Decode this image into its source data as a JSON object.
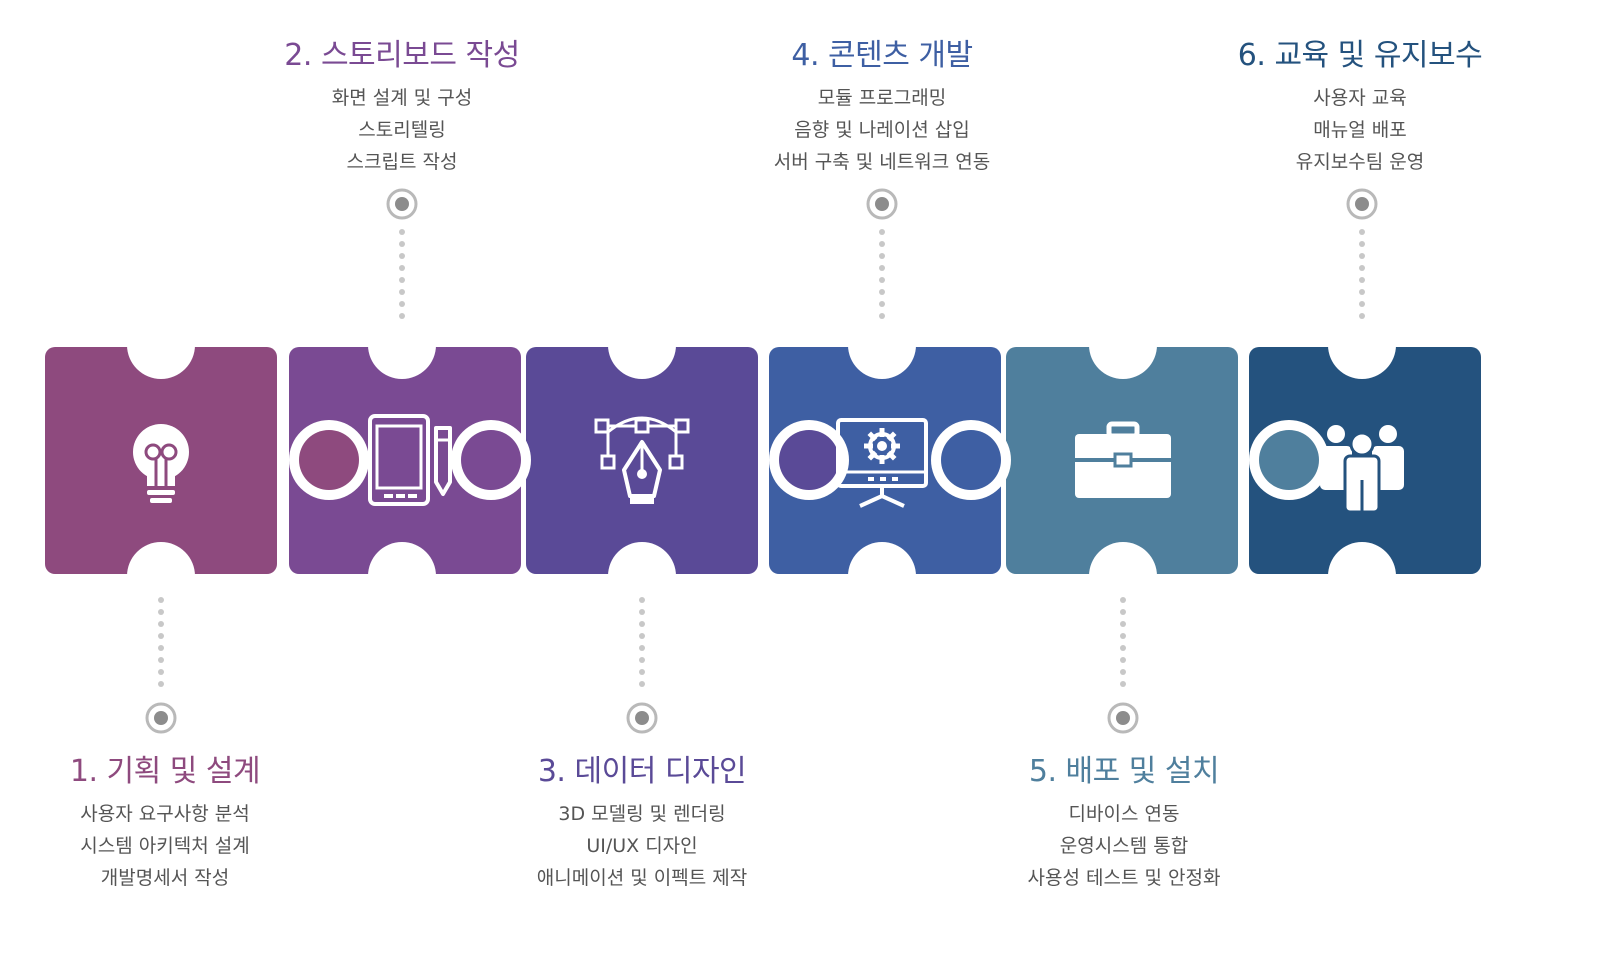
{
  "palette": {
    "piece_colors": [
      "#8e4a7e",
      "#7a4a93",
      "#5a4a97",
      "#3e5fa3",
      "#4f7f9d",
      "#24527e"
    ],
    "connector_gray": "#c8c8c8",
    "connector_ring": "#b9b9b9",
    "connector_core": "#8c8c8c",
    "icon_color": "#ffffff"
  },
  "steps": [
    {
      "title": "1. 기획 및 설계",
      "items": [
        "사용자 요구사항 분석",
        "시스템 아키텍처 설계",
        "개발명세서 작성"
      ],
      "color": "#8e4a7e",
      "icon": "lightbulb-icon"
    },
    {
      "title": "2. 스토리보드 작성",
      "items": [
        "화면 설계 및 구성",
        "스토리텔링",
        "스크립트 작성"
      ],
      "color": "#7a4a93",
      "icon": "tablet-pen-icon"
    },
    {
      "title": "3. 데이터 디자인",
      "items": [
        "3D 모델링 및 렌더링",
        "UI/UX 디자인",
        "애니메이션 및 이펙트 제작"
      ],
      "color": "#5a4a97",
      "icon": "pen-tool-icon"
    },
    {
      "title": "4. 콘텐츠 개발",
      "items": [
        "모듈 프로그래밍",
        "음향 및 나레이션 삽입",
        "서버 구축 및 네트워크 연동"
      ],
      "color": "#3e5fa3",
      "icon": "monitor-gear-icon"
    },
    {
      "title": "5. 배포 및 설치",
      "items": [
        "디바이스 연동",
        "운영시스템 통합",
        "사용성 테스트 및 안정화"
      ],
      "color": "#4f7f9d",
      "icon": "briefcase-icon"
    },
    {
      "title": "6. 교육 및 유지보수",
      "items": [
        "사용자 교육",
        "매뉴얼 배포",
        "유지보수팀 운영"
      ],
      "color": "#24527e",
      "icon": "team-icon"
    }
  ]
}
